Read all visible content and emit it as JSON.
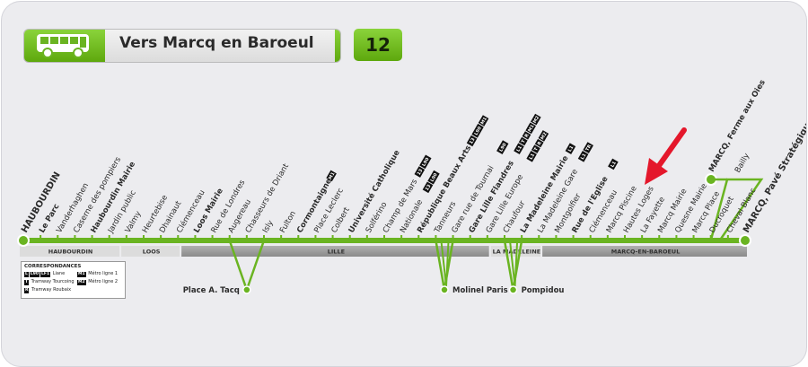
{
  "header": {
    "direction": "Vers Marcq en Baroeul",
    "line_number": "12"
  },
  "colors": {
    "line_green": "#6ab421",
    "zone_gray": "#9e9e9e",
    "zone_light": "#dcdcdc",
    "arrow_red": "#e4172b"
  },
  "stops": [
    {
      "name": "HAUBOURDIN",
      "style": "major"
    },
    {
      "name": "Le Parc",
      "style": "bold"
    },
    {
      "name": "Vanderhaghen",
      "style": ""
    },
    {
      "name": "Caserne des pompiers",
      "style": ""
    },
    {
      "name": "Haubourdin Mairie",
      "style": "bold"
    },
    {
      "name": "Jardin public",
      "style": ""
    },
    {
      "name": "Valmy",
      "style": ""
    },
    {
      "name": "Heurtebise",
      "style": ""
    },
    {
      "name": "Dhainaut",
      "style": ""
    },
    {
      "name": "Clémenceau",
      "style": ""
    },
    {
      "name": "Loos Mairie",
      "style": "bold"
    },
    {
      "name": "Rue de Londres",
      "style": ""
    },
    {
      "name": "Augereau",
      "style": ""
    },
    {
      "name": "Chasseurs de Driant",
      "style": ""
    },
    {
      "name": "Isly",
      "style": ""
    },
    {
      "name": "Fulton",
      "style": ""
    },
    {
      "name": "Cormontaigne",
      "style": "bold"
    },
    {
      "name": "Place Leclerc",
      "style": ""
    },
    {
      "name": "Colbert",
      "style": ""
    },
    {
      "name": "Université Catholique",
      "style": "bold"
    },
    {
      "name": "Solférino",
      "style": ""
    },
    {
      "name": "Champ de Mars",
      "style": ""
    },
    {
      "name": "Nationale",
      "style": ""
    },
    {
      "name": "République Beaux Arts",
      "style": "bold"
    },
    {
      "name": "Tanneurs",
      "style": ""
    },
    {
      "name": "Gare rue de Tournai",
      "style": ""
    },
    {
      "name": "Gare Lille Flandres",
      "style": "bold"
    },
    {
      "name": "Gare Lille Europe",
      "style": ""
    },
    {
      "name": "Chaufour",
      "style": ""
    },
    {
      "name": "La Madeleine Mairie",
      "style": "bold"
    },
    {
      "name": "La Madeleine Gare",
      "style": ""
    },
    {
      "name": "Montgolfier",
      "style": ""
    },
    {
      "name": "Rue de l'Eglise",
      "style": "bold"
    },
    {
      "name": "Clémenceau",
      "style": ""
    },
    {
      "name": "Marcq Piscine",
      "style": ""
    },
    {
      "name": "Hautes Loges",
      "style": ""
    },
    {
      "name": "La Fayette",
      "style": ""
    },
    {
      "name": "Marcq Mairie",
      "style": ""
    },
    {
      "name": "Quesne Mairie",
      "style": ""
    },
    {
      "name": "Marcq Place",
      "style": ""
    },
    {
      "name": "Ducroquet",
      "style": ""
    },
    {
      "name": "Cheval Blanc",
      "style": ""
    },
    {
      "name": "MARCQ, Pavé Stratégique",
      "style": "major"
    }
  ],
  "top_branch": [
    {
      "name": "MARCQ, Ferme aux Oies"
    },
    {
      "name": "Bailly"
    }
  ],
  "loops": [
    {
      "name": "Place A. Tacq"
    },
    {
      "name": "Molinel Paris"
    },
    {
      "name": "Pompidou"
    }
  ],
  "zones": [
    {
      "name": "HAUBOURDIN"
    },
    {
      "name": "LOOS"
    },
    {
      "name": "LILLE"
    },
    {
      "name": "LA MADELEINE"
    },
    {
      "name": "MARCQ-EN-BAROEUL"
    }
  ],
  "stop_badges": [
    {
      "stop": "Cormontaigne",
      "items": [
        "M1"
      ]
    },
    {
      "stop": "Champ de Mars",
      "items": [
        "13",
        "L90"
      ]
    },
    {
      "stop": "Nationale",
      "items": [
        "13",
        "L90"
      ]
    },
    {
      "stop": "République Beaux Arts",
      "items": [
        "13",
        "L90",
        "M1"
      ]
    },
    {
      "stop": "Gare rue de Tournai",
      "items": [
        "L90"
      ]
    },
    {
      "stop": "Gare Lille Flandres",
      "items": [
        "L1",
        "T",
        "R",
        "M1",
        "M2"
      ]
    },
    {
      "stop": "Gare Lille Europe",
      "items": [
        "L1",
        "T",
        "R",
        "M2"
      ]
    },
    {
      "stop": "La Madeleine Mairie",
      "items": [
        "L1"
      ]
    },
    {
      "stop": "La Madeleine Gare",
      "items": [
        "L1",
        "TR"
      ]
    },
    {
      "stop": "Rue de l'Eglise",
      "items": [
        "L1"
      ]
    }
  ],
  "legend": {
    "title": "CORRESPONDANCES",
    "rows": [
      {
        "badges": [
          "L",
          "L90",
          "LF1"
        ],
        "text": "Liane"
      },
      {
        "badges": [
          "T"
        ],
        "text": "Tramway Tourcoing"
      },
      {
        "badges": [
          "R"
        ],
        "text": "Tramway Roubaix"
      },
      {
        "badges": [
          "M1"
        ],
        "text": "Métro ligne 1"
      },
      {
        "badges": [
          "M2"
        ],
        "text": "Métro ligne 2"
      }
    ]
  }
}
